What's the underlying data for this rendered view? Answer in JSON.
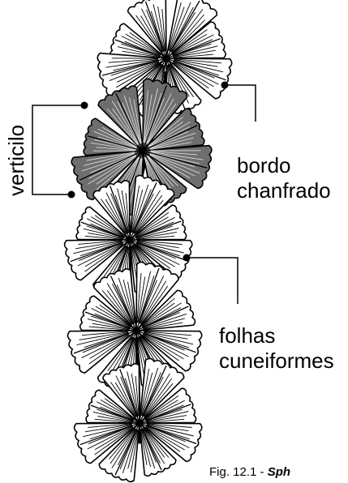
{
  "labels": {
    "verticilo": "verticilo",
    "bordo": "bordo",
    "chanfrado": "chanfrado",
    "folhas": "folhas",
    "cuneiformes": "cuneiformes"
  },
  "caption": {
    "prefix": "Fig. 12.1 - ",
    "species": "Sph"
  },
  "colors": {
    "leaf_light": "#ffffff",
    "leaf_dark": "#6e6e6e",
    "ink": "#000000"
  }
}
